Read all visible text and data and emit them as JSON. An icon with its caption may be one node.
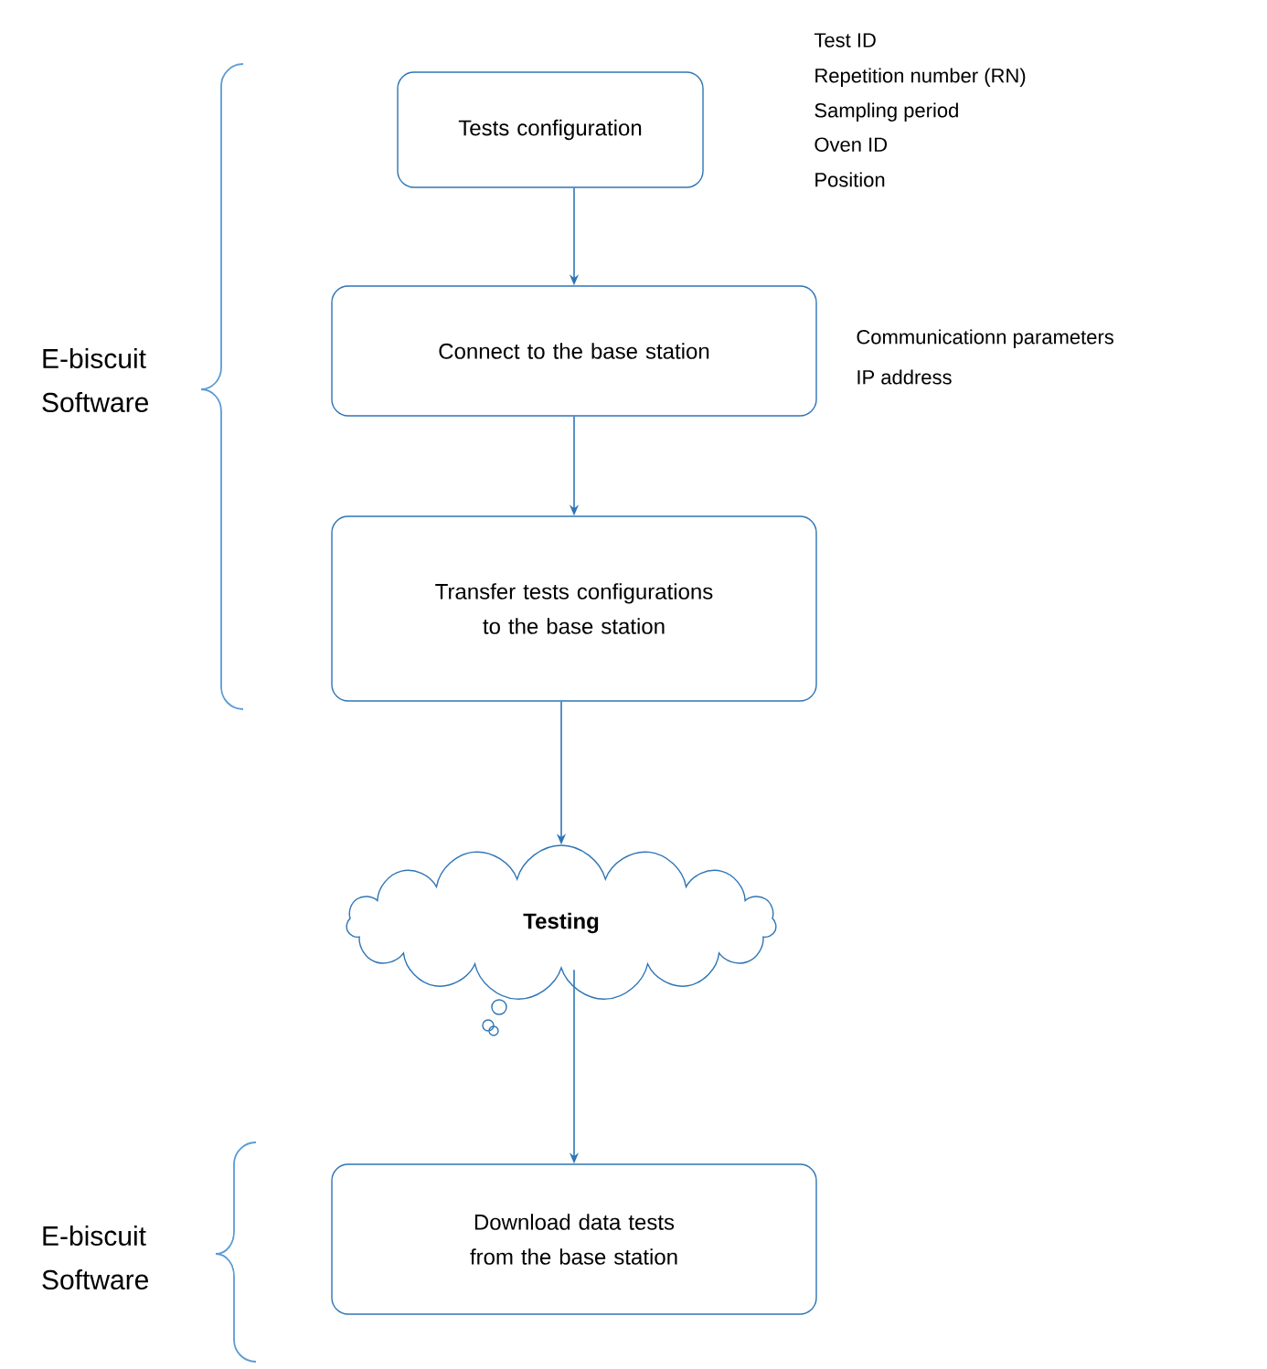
{
  "diagram": {
    "nodes": [
      {
        "text": [
          "Tests configuration"
        ],
        "beside": [
          "Test ID",
          "Repetition number (RN)",
          "Sampling period",
          "Oven ID",
          "Position"
        ]
      },
      {
        "text": [
          "Connect to the base station"
        ],
        "beside": [
          "Communicationn parameters",
          "IP address"
        ]
      },
      {
        "text": [
          "Transfer tests configurations to the base station"
        ]
      },
      {
        "text": [
          "Testing"
        ]
      },
      {
        "text": [
          "Download data tests from the base station"
        ]
      }
    ],
    "edges": [
      {
        "from": 0,
        "to": 1,
        "arrow": "to"
      },
      {
        "from": 1,
        "to": 2,
        "arrow": "to"
      },
      {
        "from": 2,
        "to": 3,
        "arrow": "to"
      },
      {
        "from": 3,
        "to": 4,
        "arrow": "to"
      }
    ],
    "labels": [
      "E-biscuit Software",
      "E-biscuit Software"
    ]
  }
}
